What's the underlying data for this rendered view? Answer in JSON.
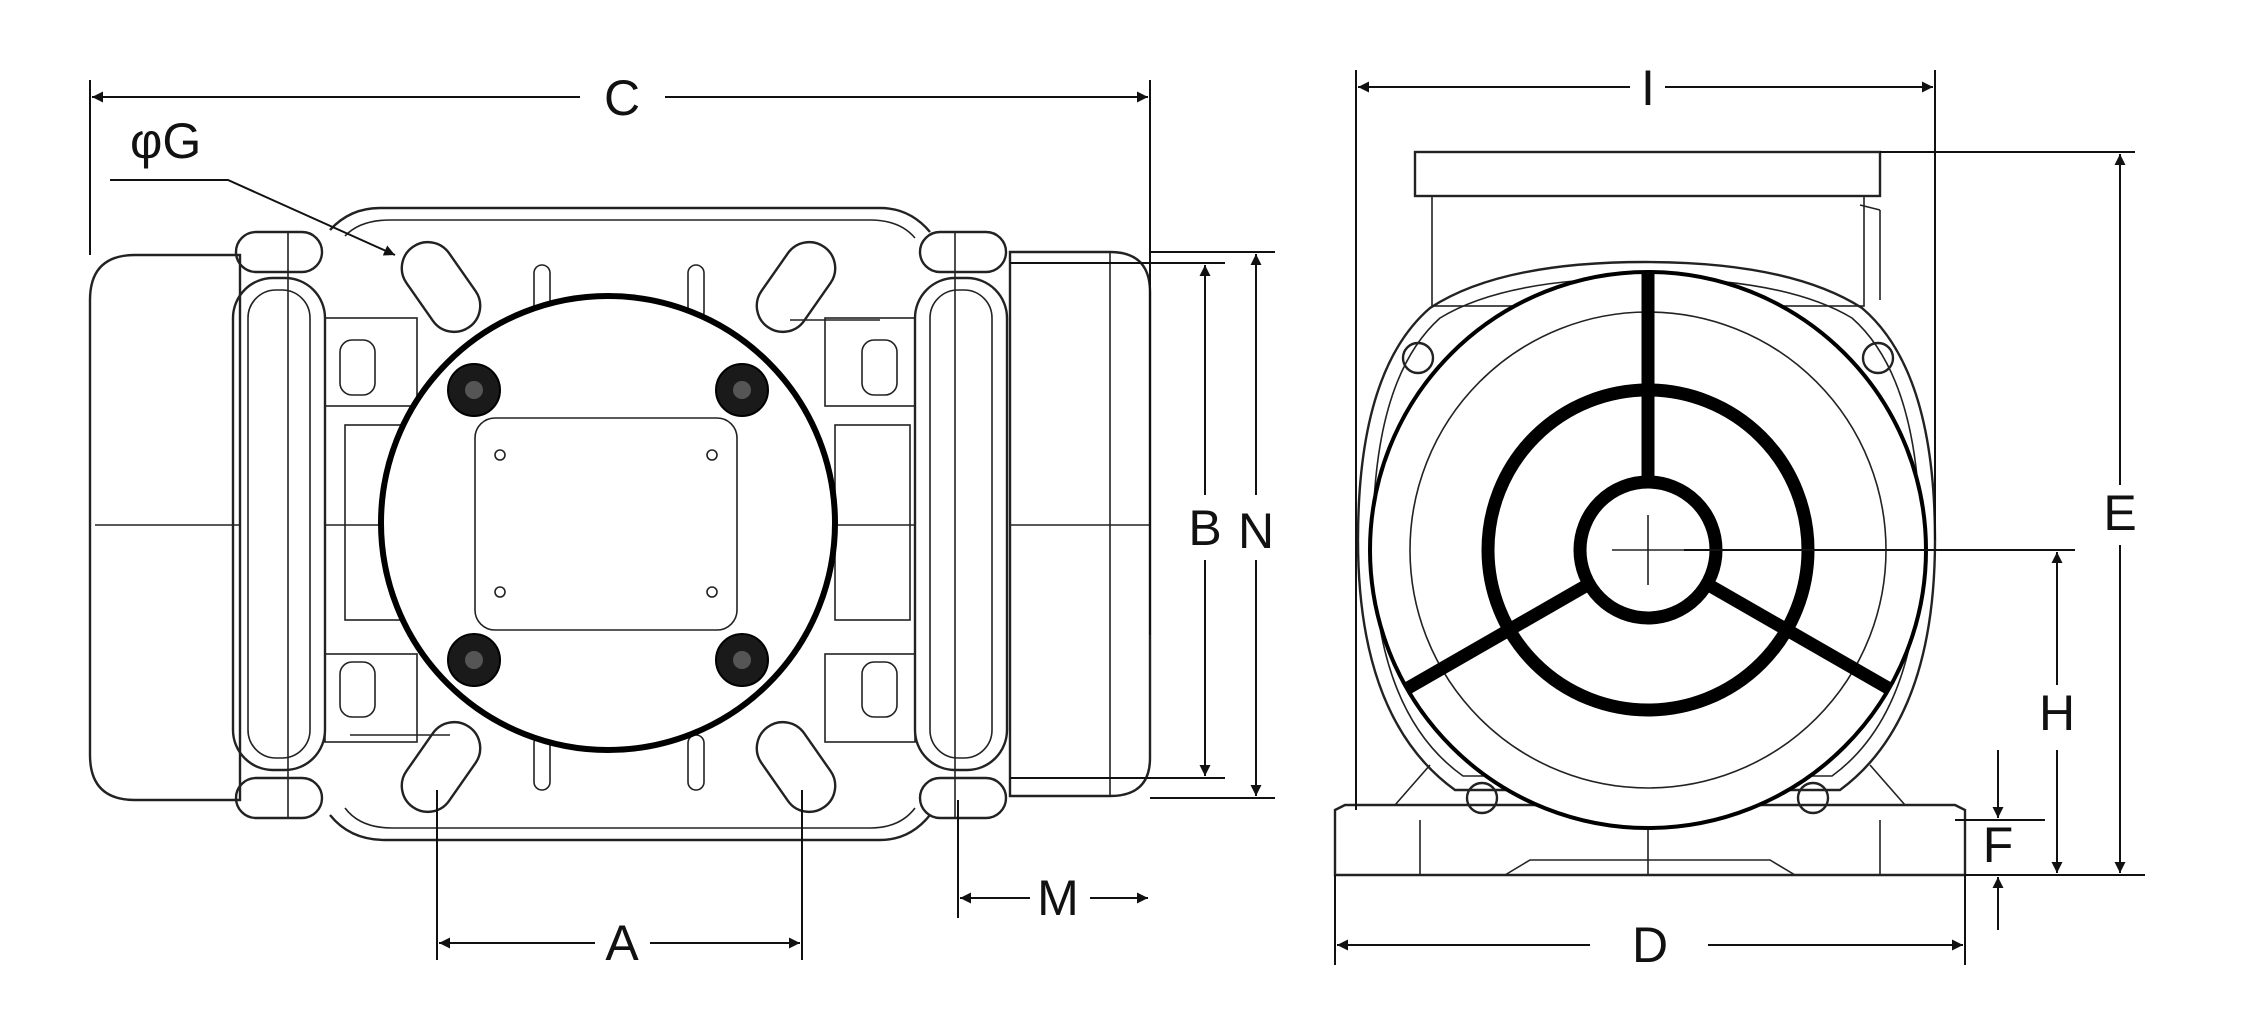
{
  "labels": {
    "a": "A",
    "b": "B",
    "c": "C",
    "d": "D",
    "e": "E",
    "f": "F",
    "g": "φG",
    "h": "H",
    "i": "I",
    "m": "M",
    "n": "N"
  }
}
